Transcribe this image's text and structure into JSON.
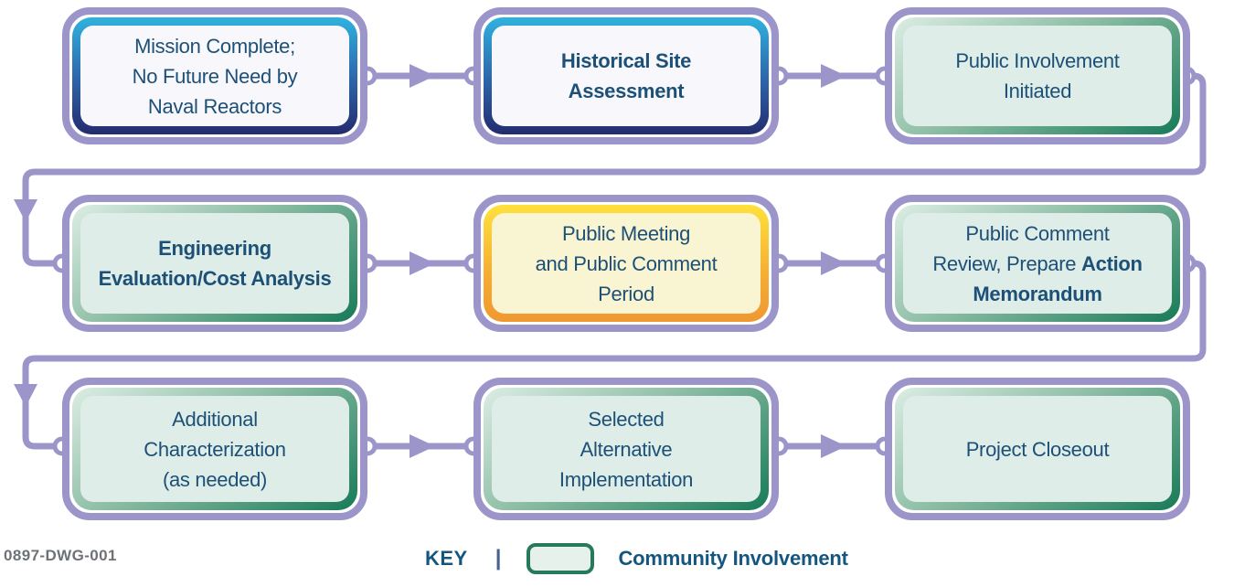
{
  "drawing_code": "0897-DWG-001",
  "key": {
    "label": "KEY",
    "separator": "|",
    "legend_label": "Community Involvement",
    "legend_swatch_meaning": "community-involvement-step"
  },
  "colors": {
    "accent_lavender": "#9b95ca",
    "text_blue": "#1d5077",
    "blue_border_top": "#2fb2de",
    "blue_border_bottom": "#232c6e",
    "blue_fill": "#f7f7fc",
    "green_border_light": "#dcede4",
    "green_border_dark": "#177a58",
    "green_fill": "#deede8",
    "yellow_border_top": "#ffe13b",
    "yellow_border_bottom": "#ef9831",
    "yellow_fill": "#f9f4d1",
    "key_swatch_border": "#27795b",
    "key_swatch_fill": "#e6f1ec",
    "drawing_code_gray": "#6d7277"
  },
  "nodes": [
    {
      "id": "mission-complete",
      "variant": "blue",
      "bold": false,
      "line1": "Mission Complete;",
      "line2": "No Future Need by",
      "line3": "Naval Reactors"
    },
    {
      "id": "historical-site-assessment",
      "variant": "blue",
      "bold": true,
      "line1": "Historical Site",
      "line2": "Assessment"
    },
    {
      "id": "public-involvement-initiated",
      "variant": "green",
      "bold": false,
      "line1": "Public Involvement",
      "line2": "Initiated"
    },
    {
      "id": "engineering-evaluation-cost-analysis",
      "variant": "green",
      "bold": true,
      "line1": "Engineering",
      "line2": "Evaluation/Cost Analysis"
    },
    {
      "id": "public-meeting-comment-period",
      "variant": "yellow",
      "bold": false,
      "line1": "Public Meeting",
      "line2": "and Public Comment",
      "line3": "Period"
    },
    {
      "id": "public-comment-review-action-memorandum",
      "variant": "green",
      "bold": false,
      "line1": "Public Comment",
      "line2_normal": "Review, Prepare ",
      "line2_bold": "Action",
      "line3_bold": "Memorandum"
    },
    {
      "id": "additional-characterization",
      "variant": "green",
      "bold": false,
      "line1": "Additional",
      "line2": "Characterization",
      "line3": "(as needed)"
    },
    {
      "id": "selected-alternative-implementation",
      "variant": "green",
      "bold": false,
      "line1": "Selected",
      "line2": "Alternative",
      "line3": "Implementation"
    },
    {
      "id": "project-closeout",
      "variant": "green",
      "bold": false,
      "line1": "Project Closeout"
    }
  ]
}
